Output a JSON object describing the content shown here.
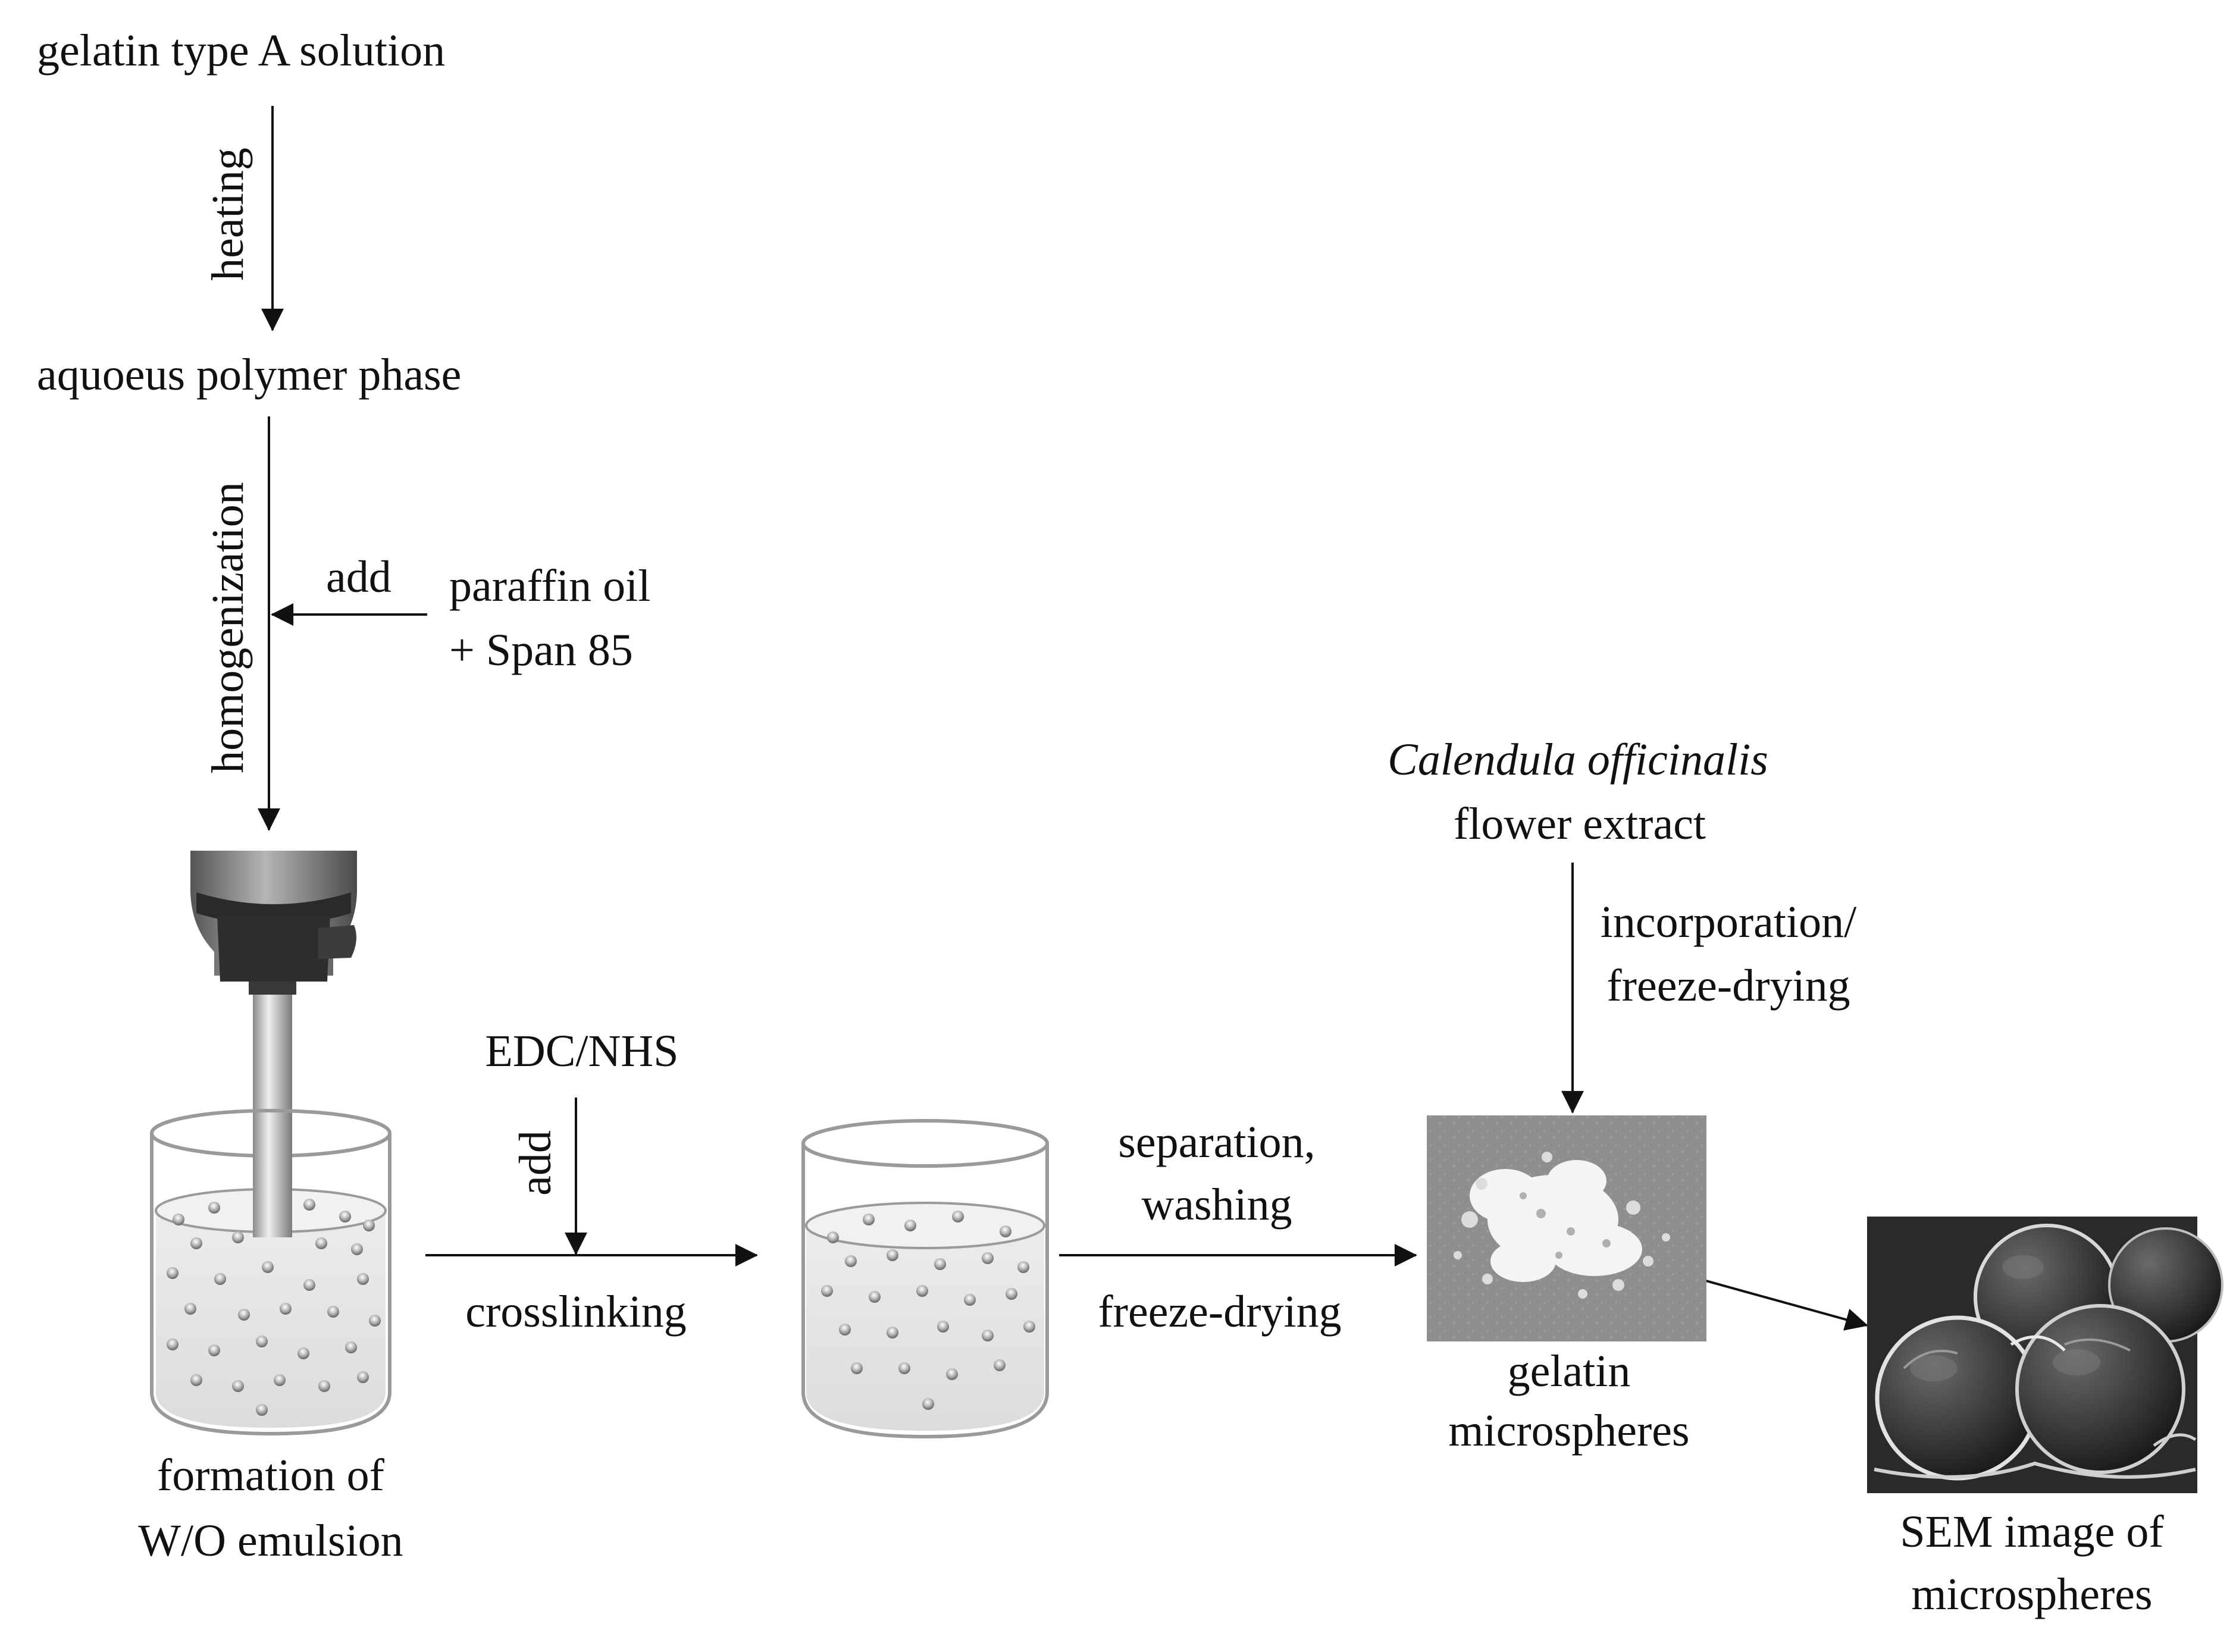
{
  "steps": {
    "start": "gelatin type A solution",
    "aqueous_phase": "aquoeus polymer phase",
    "emulsion_line1": "formation of",
    "emulsion_line2": "W/O emulsion",
    "microspheres_line1": "gelatin",
    "microspheres_line2": "microspheres",
    "sem_line1": "SEM image of",
    "sem_line2": "microspheres"
  },
  "processes": {
    "heating": "heating",
    "homogenization": "homogenization",
    "add_oil": "add",
    "add_crosslinker": "add",
    "crosslinking": "crosslinking",
    "separation_line1": "separation,",
    "separation_line2": "washing",
    "freeze_drying": "freeze-drying",
    "incorporation_line1": "incorporation/",
    "incorporation_line2": "freeze-drying"
  },
  "reagents": {
    "oil_line1": "paraffin oil",
    "oil_line2": "+ Span 85",
    "crosslinker": "EDC/NHS",
    "extract_line1": "Calendula officinalis",
    "extract_line2": "flower extract"
  },
  "colors": {
    "text": "#111111",
    "arrows": "#111111",
    "beaker_outline": "#9a9a9a",
    "liquid": "#e8e8e8",
    "sem_background": "#8e8e8e",
    "sem_image": "#2c2c2c"
  },
  "icons": [
    "homogenizer-icon",
    "beaker-emulsion-icon",
    "beaker-crosslinked-icon",
    "microsphere-powder-photo",
    "sem-micrograph-photo"
  ]
}
